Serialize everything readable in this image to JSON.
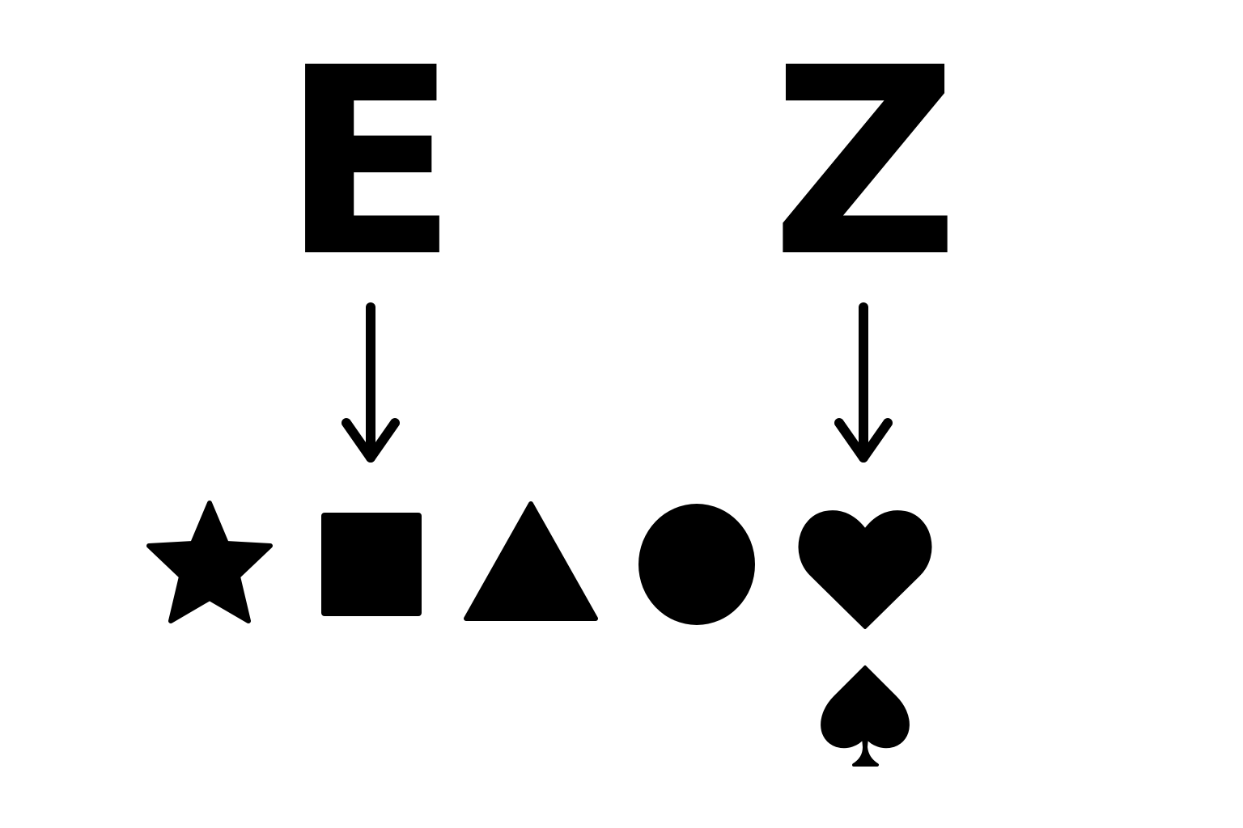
{
  "letters": {
    "left": "E",
    "right": "Z"
  },
  "shapes": {
    "row": [
      "star-icon",
      "square-icon",
      "triangle-icon",
      "circle-icon",
      "heart-icon"
    ],
    "extra": "spade-icon"
  },
  "mappings": [
    {
      "from": "E",
      "to": "square-icon"
    },
    {
      "from": "Z",
      "to": "heart-icon"
    }
  ],
  "colors": {
    "ink": "#000000",
    "background": "#ffffff"
  }
}
